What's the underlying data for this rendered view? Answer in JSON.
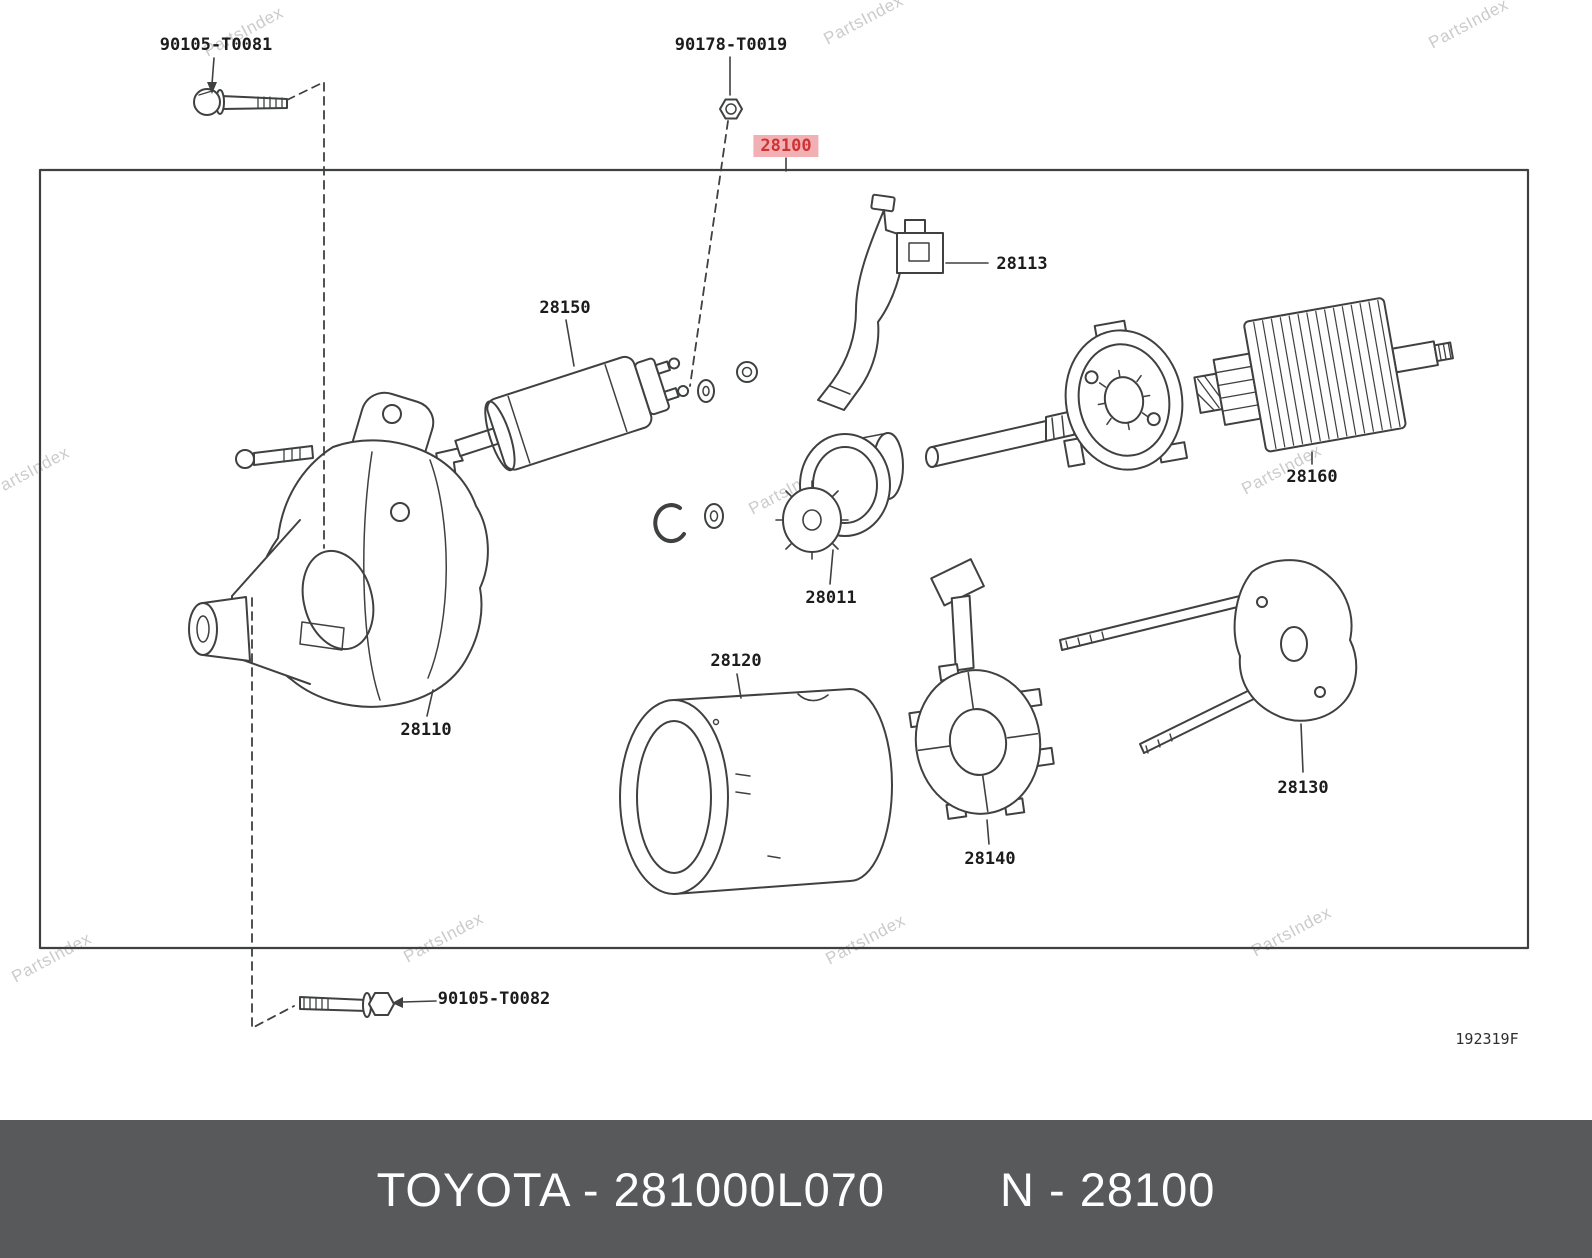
{
  "watermark": {
    "text": "PartsIndex"
  },
  "diagram": {
    "figure_code": "192319F",
    "callouts": {
      "bolt_top": "90105-T0081",
      "nut_top": "90178-T0019",
      "assembly": "28100",
      "solenoid": "28150",
      "drive_lever": "28113",
      "armature": "28160",
      "clutch": "28011",
      "drive_housing": "28110",
      "yoke": "28120",
      "brush_holder": "28140",
      "end_frame": "28130",
      "bolt_bottom": "90105-T0082"
    }
  },
  "footer": {
    "title": "TOYOTA - 281000L070",
    "number": "N - 28100"
  },
  "colors": {
    "line": "#3f4040",
    "highlight_bg": "#f3b0b4",
    "highlight_text": "#ce3434",
    "footer_bg": "#58595b",
    "footer_text": "#ffffff",
    "watermark": "#c3c3c3"
  }
}
